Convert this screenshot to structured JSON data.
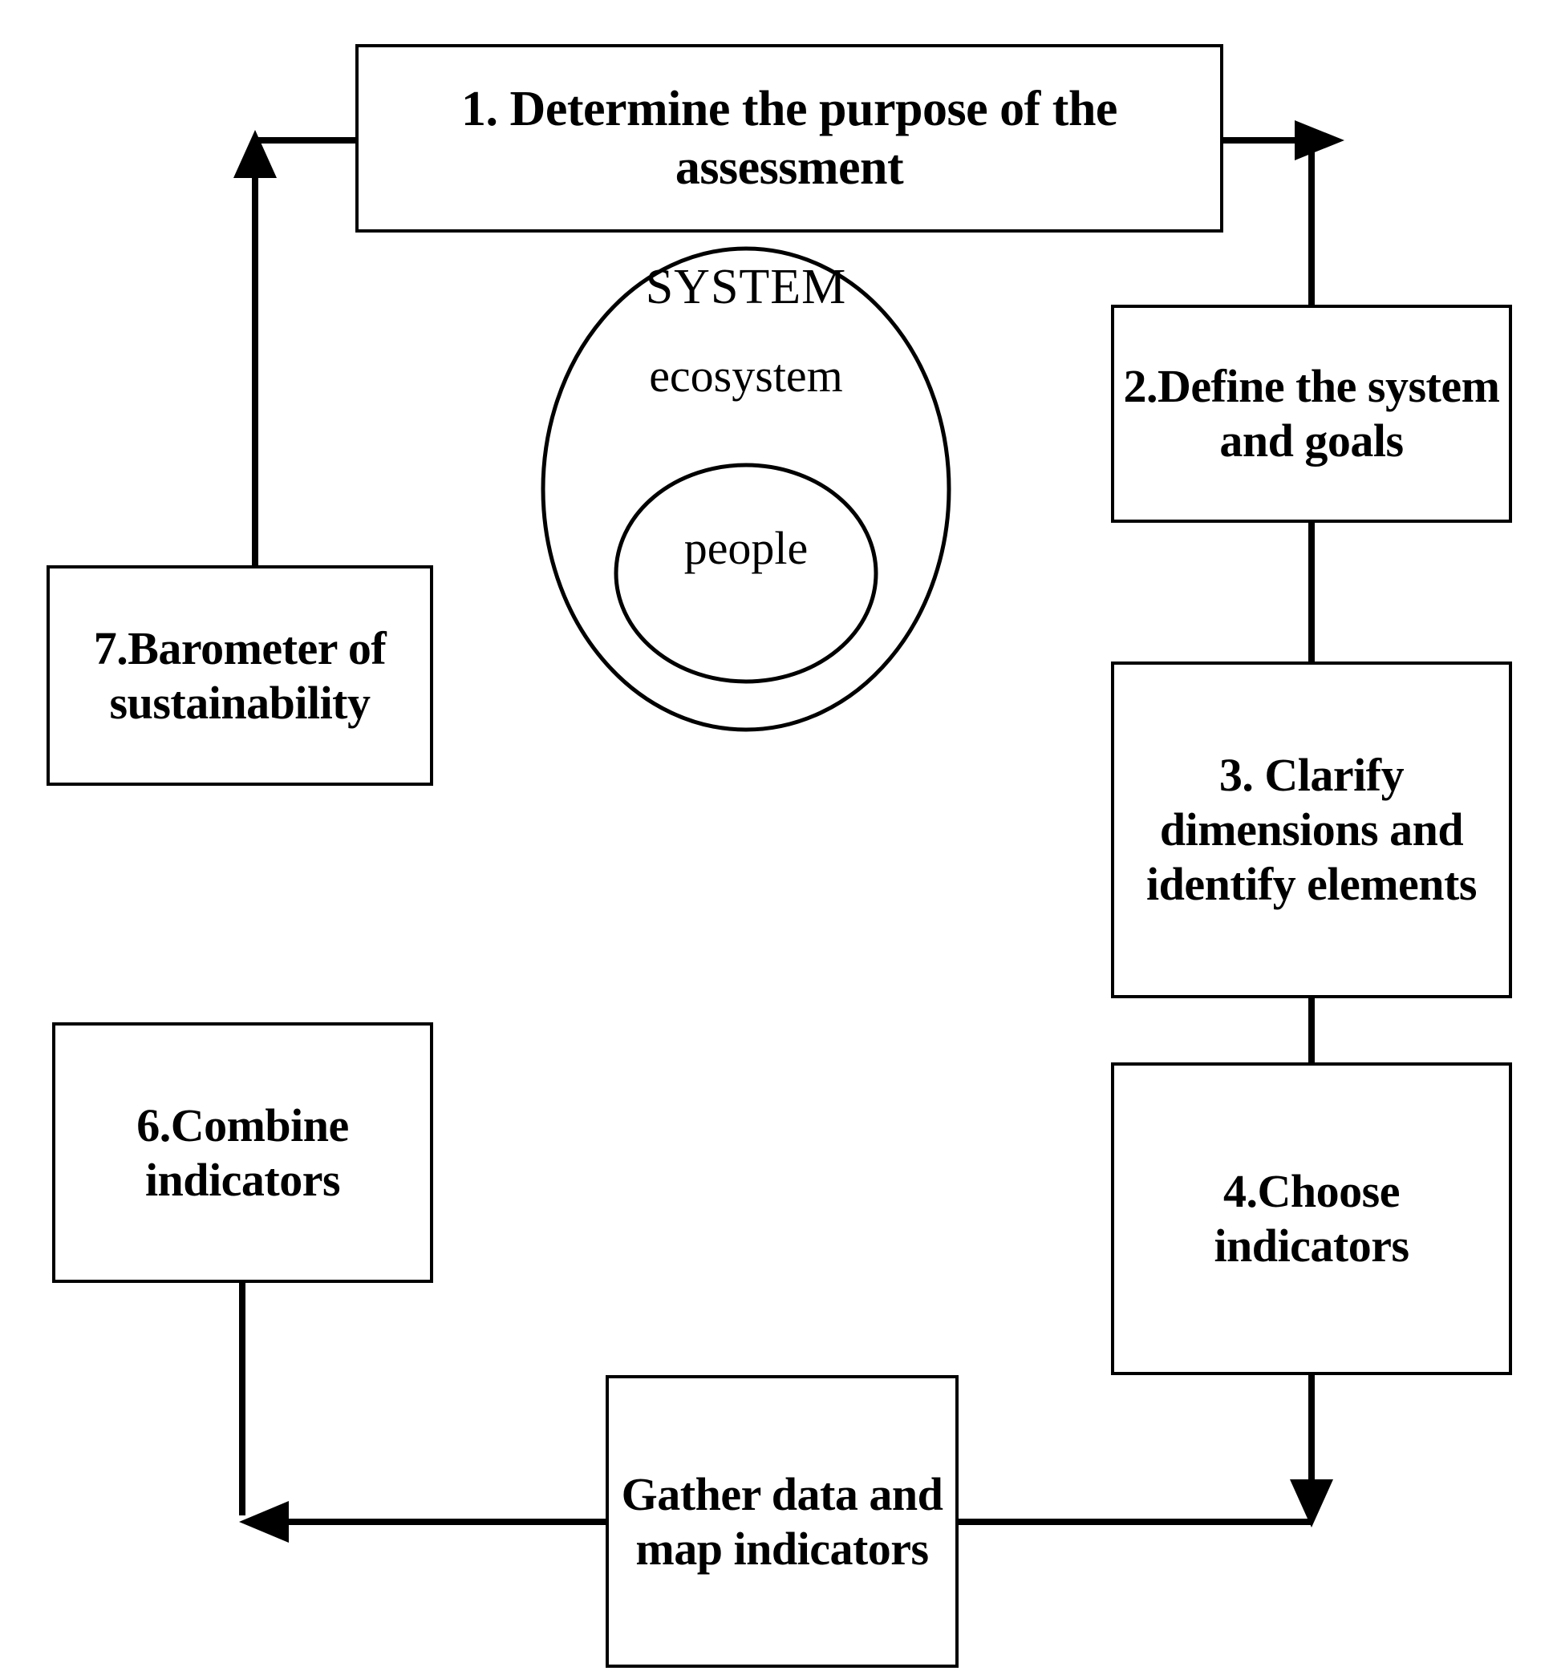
{
  "diagram": {
    "title": "Sustainability assessment process flowchart",
    "ink_color": "#000000",
    "background_color": "#ffffff",
    "steps": [
      {
        "id": "step-1",
        "label": "1. Determine the purpose of the assessment"
      },
      {
        "id": "step-2",
        "label": "2.Define the system and goals"
      },
      {
        "id": "step-3",
        "label": "3. Clarify dimensions and identify elements"
      },
      {
        "id": "step-4",
        "label": "4.Choose indicators"
      },
      {
        "id": "step-gather",
        "label": "Gather data and map indicators"
      },
      {
        "id": "step-6",
        "label": "6.Combine indicators"
      },
      {
        "id": "step-7",
        "label": "7.Barometer of sustainability"
      }
    ],
    "system_diagram": {
      "outer_label": "SYSTEM",
      "middle_label": "ecosystem",
      "inner_label": "people"
    },
    "connectors": [
      {
        "from": "step-1",
        "to": "step-2",
        "direction": "right-then-down",
        "arrowhead": "right"
      },
      {
        "from": "step-2",
        "to": "step-3",
        "direction": "down",
        "arrowhead": "none"
      },
      {
        "from": "step-3",
        "to": "step-4",
        "direction": "down",
        "arrowhead": "none"
      },
      {
        "from": "step-4",
        "to": "step-gather",
        "direction": "down",
        "arrowhead": "down"
      },
      {
        "from": "step-gather",
        "to": "step-6",
        "direction": "left",
        "arrowhead": "left"
      },
      {
        "from": "step-6",
        "to": "step-7",
        "direction": "up",
        "arrowhead": "none"
      },
      {
        "from": "step-7",
        "to": "step-1",
        "direction": "up-then-right",
        "arrowhead": "up"
      }
    ]
  }
}
